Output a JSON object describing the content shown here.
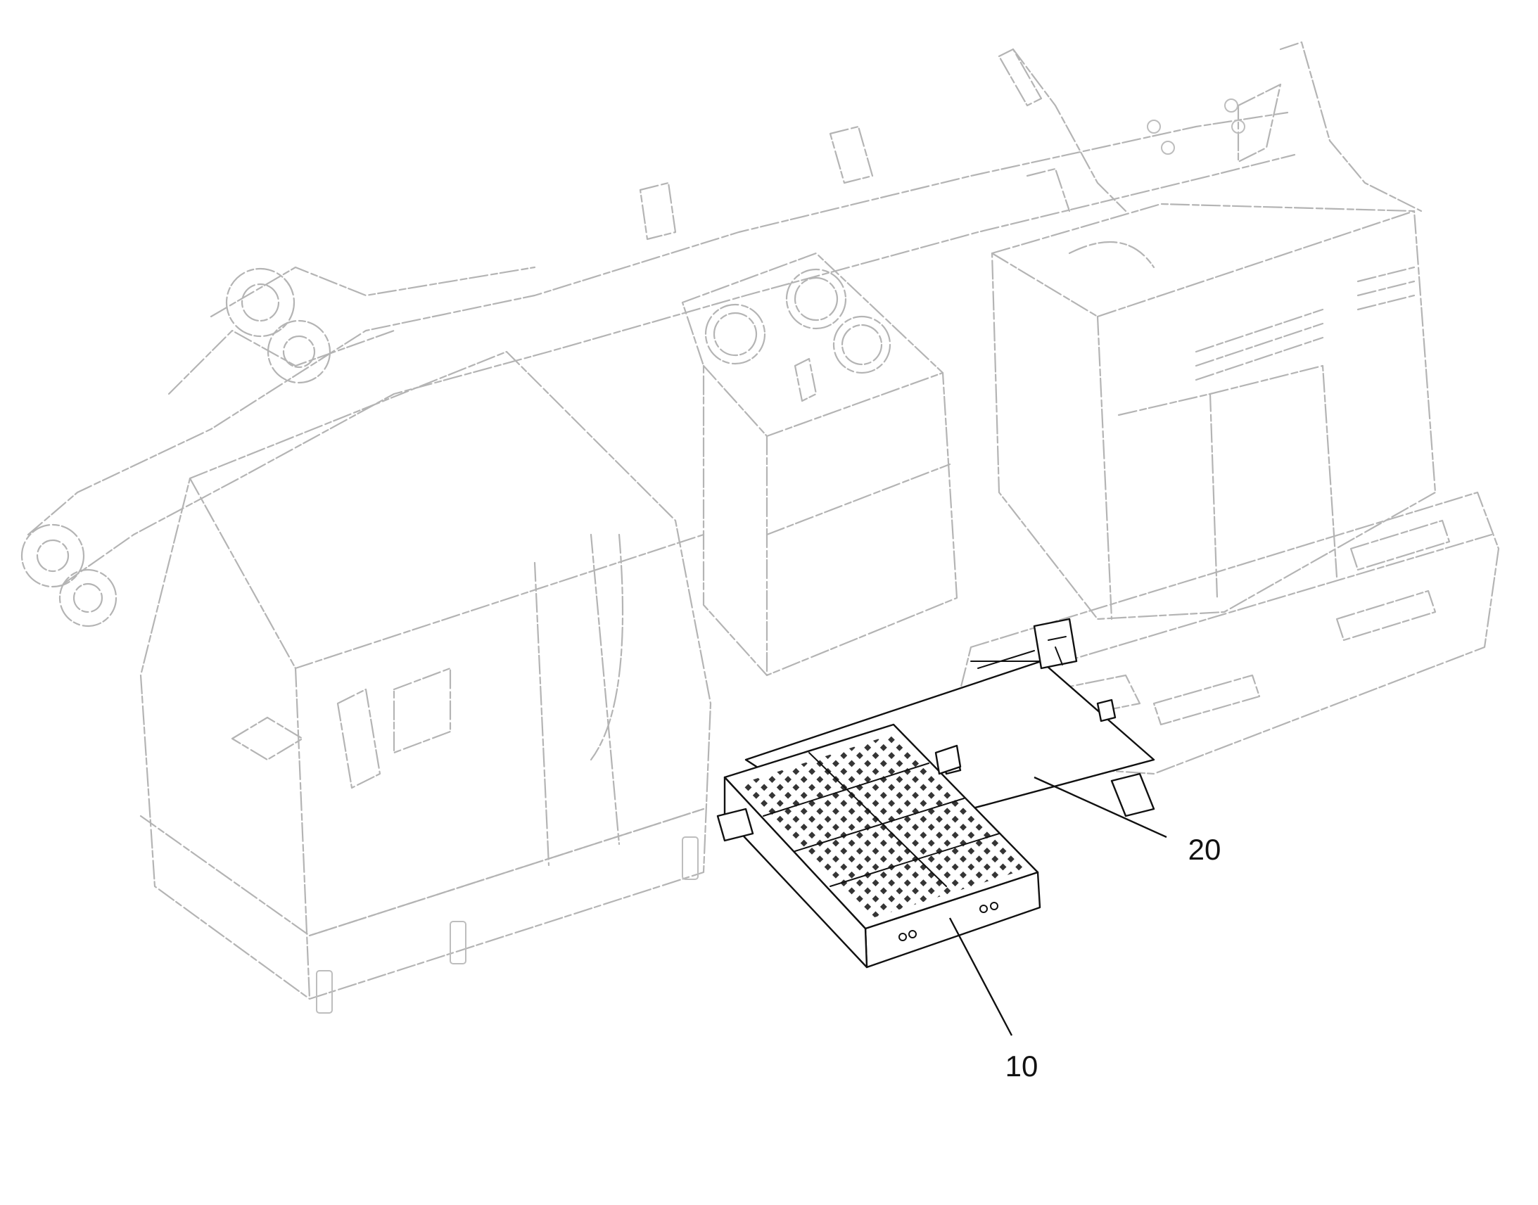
{
  "callouts": [
    {
      "id": "10",
      "label": "10"
    },
    {
      "id": "20",
      "label": "20"
    }
  ],
  "colors": {
    "background": "#ffffff",
    "highlighted_part": "#111111",
    "context_machine": "#b4b4b4"
  }
}
